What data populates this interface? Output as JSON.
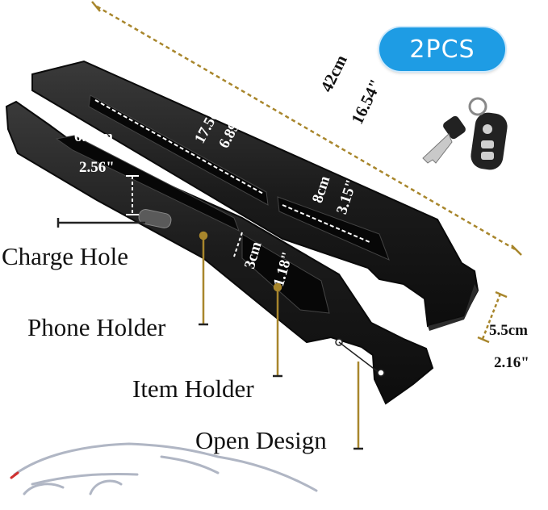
{
  "badge": {
    "text": "2PCS"
  },
  "dimensions": {
    "overall_cm": "42cm",
    "overall_in": "16.54\"",
    "slot_cm": "17.5cm",
    "slot_in": "6.89\"",
    "phone_cm": "6.5cm",
    "phone_in": "2.56\"",
    "pocket_cm": "8cm",
    "pocket_in": "3.15\"",
    "item_cm": "3cm",
    "item_in": "1.18\"",
    "height_cm": "5.5cm",
    "height_in": "2.16\""
  },
  "callouts": {
    "charge_hole": "Charge Hole",
    "phone_holder": "Phone Holder",
    "item_holder": "Item Holder",
    "open_design": "Open Design"
  },
  "icons": [
    "car-key-icon",
    "car-silhouette-icon"
  ],
  "colors": {
    "badge_blue": "#1e9ce4",
    "product_black": "#1a1a1a",
    "dimension_line": "#a8862c",
    "car_outline": "#b0b6c4"
  }
}
